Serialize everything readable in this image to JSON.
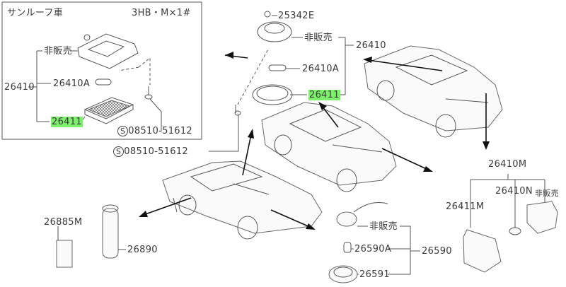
{
  "inset": {
    "title": "サンルーフ車",
    "variant": "3HB・M×1#",
    "labels": {
      "not_for_sale": "非販売",
      "assembly": "26410",
      "bulb": "26410A",
      "lens": "26411",
      "screw": "08510-51612"
    }
  },
  "screw_main": "08510-51612",
  "screw_symbol": "S",
  "upper_group": {
    "clip": "25342E",
    "not_for_sale": "非販売",
    "assembly": "26410",
    "bulb": "26410A",
    "lens": "26411"
  },
  "right_group": {
    "assembly": "26410M",
    "bulb": "26410N",
    "not_for_sale": "非販売",
    "lens": "26411M"
  },
  "left_group": {
    "holder": "26885M",
    "tube": "26890"
  },
  "bottom_group": {
    "not_for_sale": "非販売",
    "socket": "26590A",
    "assembly": "26590",
    "bulb": "26591"
  },
  "highlight_color": "#7cf06b"
}
